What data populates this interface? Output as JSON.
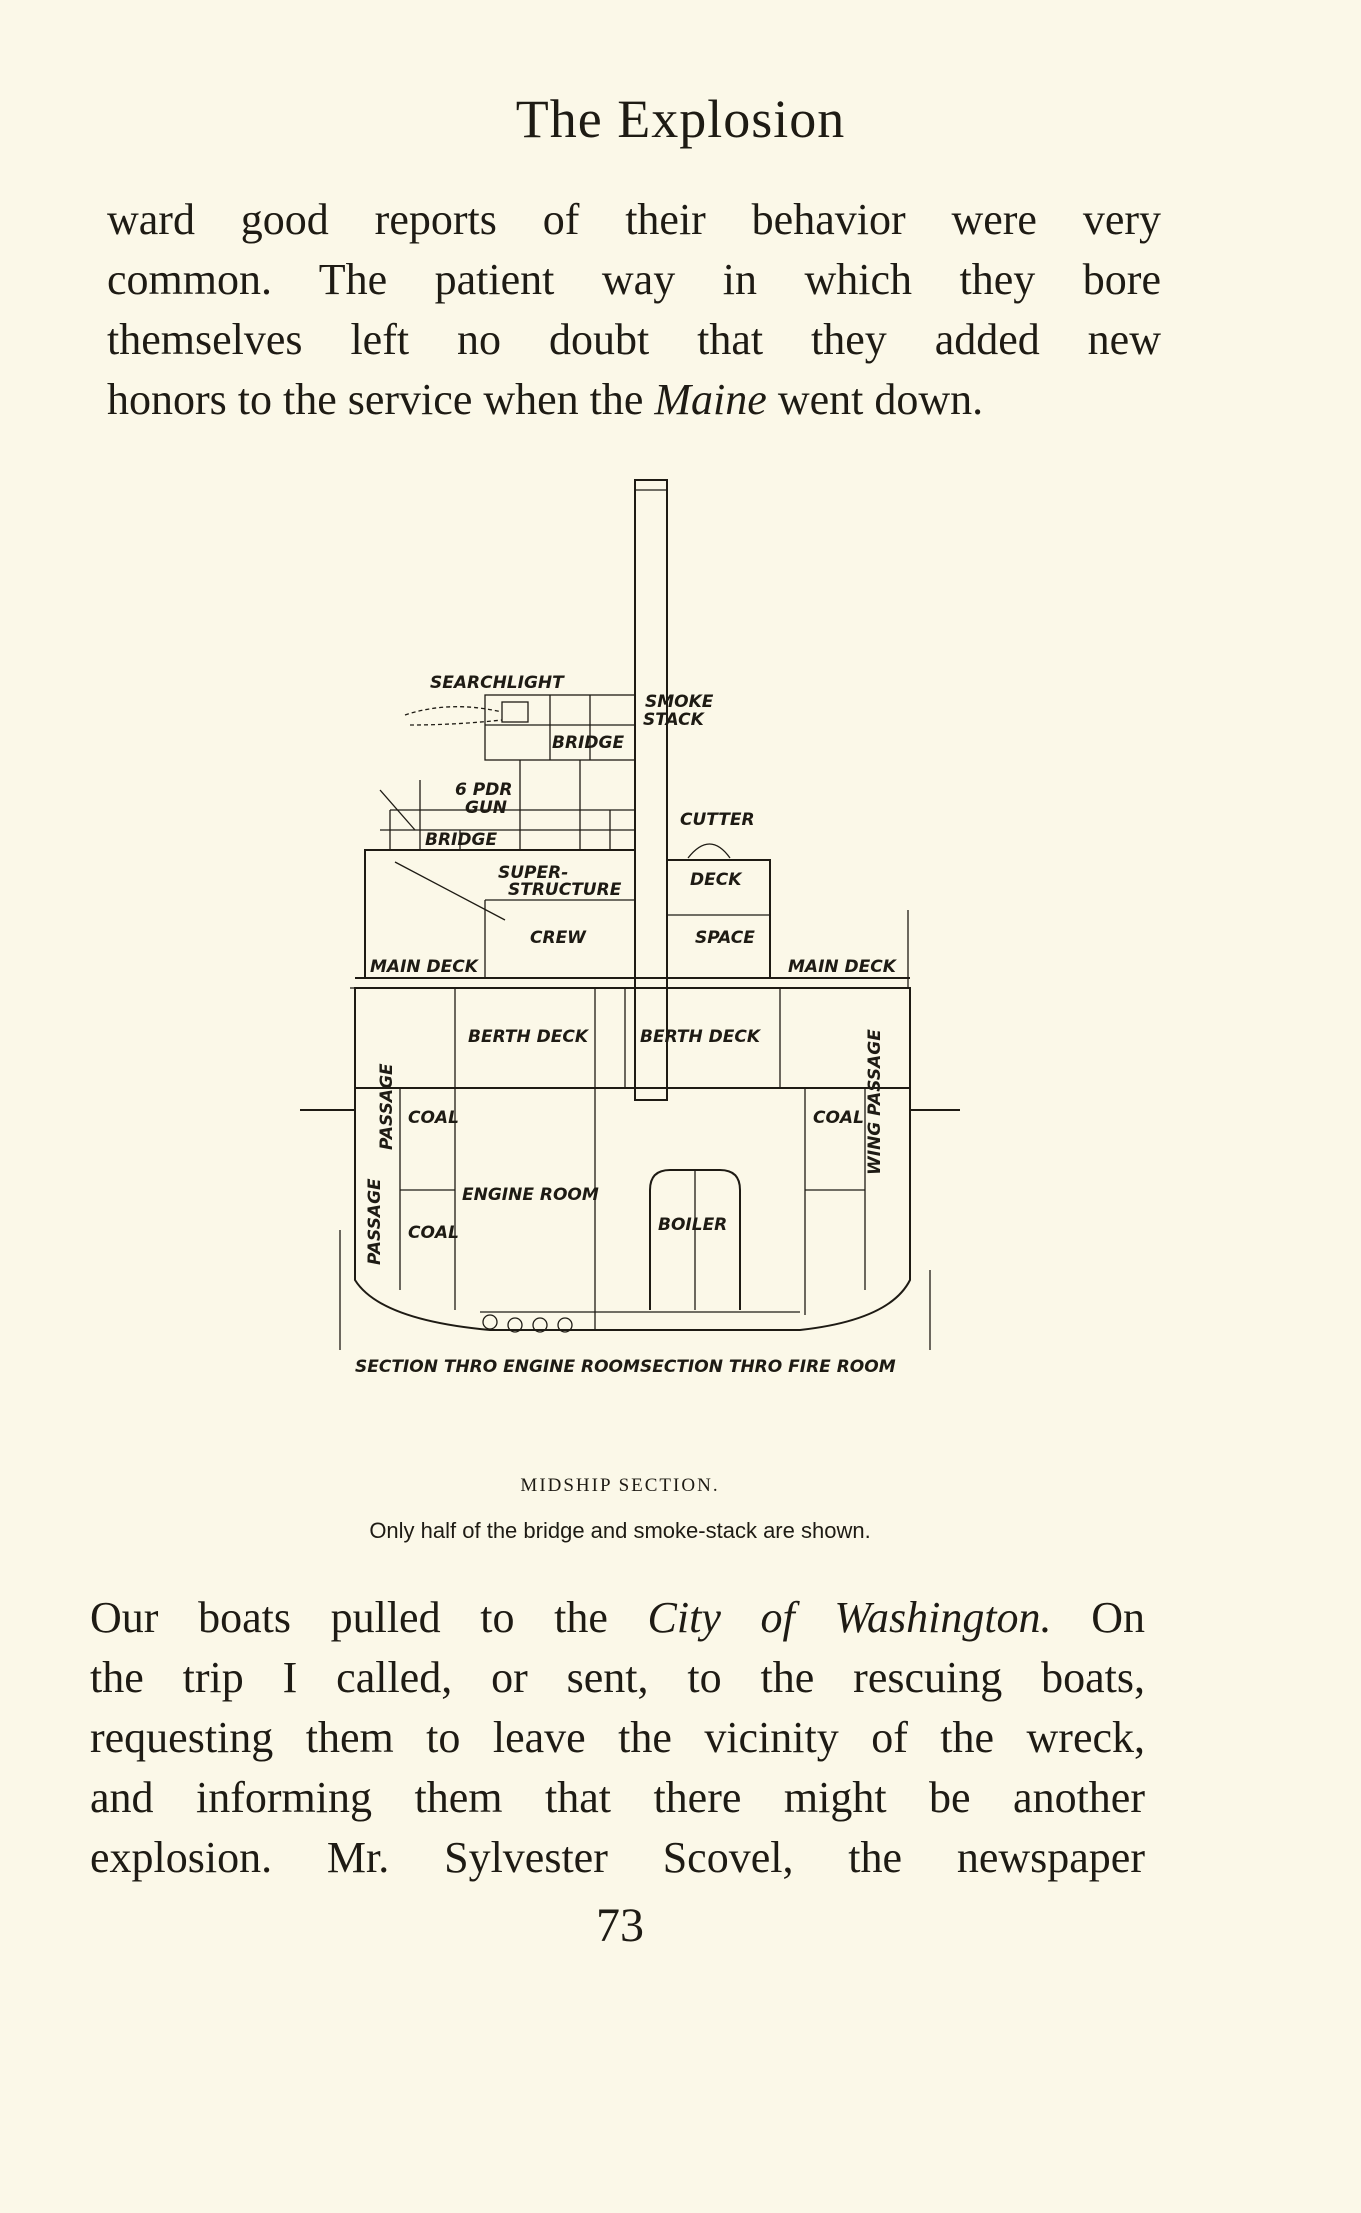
{
  "running_head": "The Explosion",
  "paragraph_1": {
    "lines": [
      "ward good reports of their behavior were very",
      "common.  The patient way in which they bore",
      "themselves left no doubt that they added new"
    ],
    "last_line_before": "honors to the service when the ",
    "ship_name": "Maine",
    "last_line_after": " went down."
  },
  "figure": {
    "labels": {
      "searchlight": "SEARCHLIGHT",
      "smoke": "SMOKE",
      "stack": "STACK",
      "bridge_small": "BRIDGE",
      "bridge": "BRIDGE",
      "gun_pdr": "6 PDR",
      "gun": "GUN",
      "cutter": "CUTTER",
      "super": "SUPER-",
      "structure": "STRUCTURE",
      "deck": "DECK",
      "crew": "CREW",
      "space": "SPACE",
      "main_deck_left": "MAIN DECK",
      "main_deck_right": "MAIN DECK",
      "berth_deck_left": "BERTH DECK",
      "berth_deck_right": "BERTH DECK",
      "coal_1": "COAL",
      "coal_2": "COAL",
      "coal_3": "COAL",
      "passage_1": "PASSAGE",
      "passage_2": "PASSAGE",
      "wing_passage": "WING PASSAGE",
      "engine_room": "ENGINE ROOM",
      "boiler": "BOILER",
      "section_engine": "SECTION THRO ENGINE ROOM",
      "section_fire": "SECTION THRO FIRE ROOM"
    }
  },
  "caption_title": "MIDSHIP SECTION.",
  "caption_note": "Only half of the bridge and smoke-stack are shown.",
  "paragraph_2": {
    "first_before": "Our boats pulled to the ",
    "first_italic": "City of Washington.",
    "first_after": "  On",
    "lines": [
      "the trip I called, or sent, to the rescuing boats,",
      "requesting them to leave the vicinity of the wreck,",
      "and informing them that there might be another",
      "explosion.  Mr. Sylvester Scovel, the newspaper"
    ]
  },
  "folio": "73"
}
